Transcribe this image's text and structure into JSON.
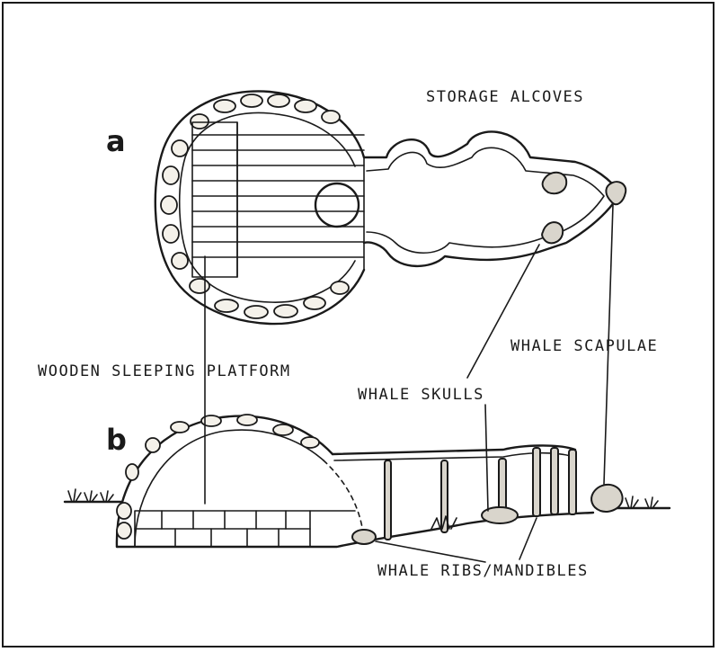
{
  "figure": {
    "panels": [
      "a",
      "b"
    ],
    "labels": {
      "storage_alcoves": "STORAGE ALCOVES",
      "sleeping_platform": "WOODEN SLEEPING PLATFORM",
      "whale_scapulae": "WHALE SCAPULAE",
      "whale_skulls": "WHALE SKULLS",
      "whale_ribs": "WHALE RIBS/MANDIBLES"
    }
  }
}
